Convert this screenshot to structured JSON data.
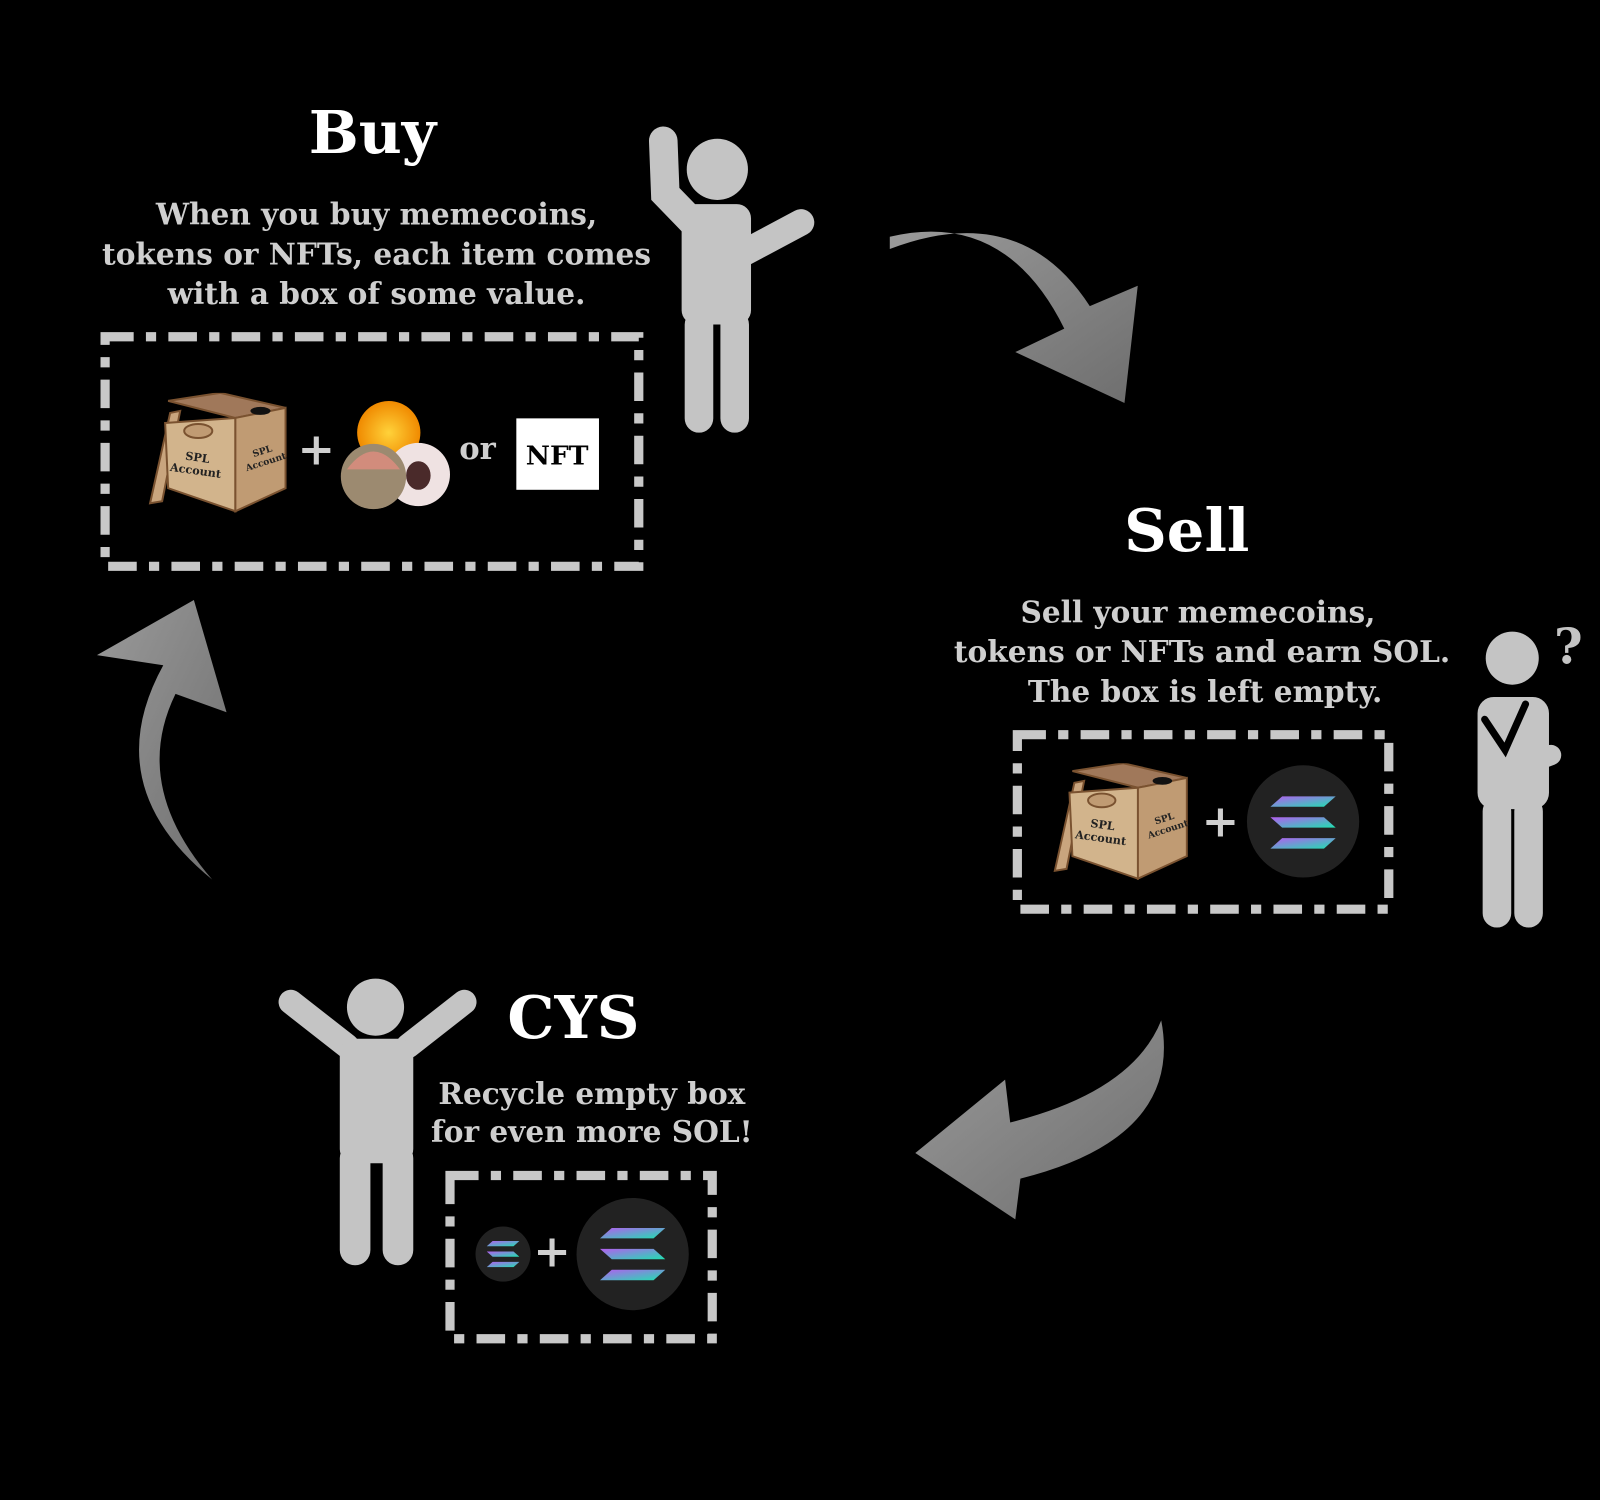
{
  "colors": {
    "background": "#000000",
    "figure": "#c4c4c4",
    "arrow": "#8a8a8a",
    "box": "#d2b48c",
    "solana_purple": "#b45ef0",
    "solana_teal": "#1fe0b0"
  },
  "buy": {
    "title": "Buy",
    "lines": [
      "When you buy memecoins,",
      "tokens or NFTs, each item comes",
      "with a box of some value."
    ],
    "box_label": [
      "SPL",
      "Account"
    ],
    "plus": "+",
    "or": "or",
    "nft": "NFT"
  },
  "sell": {
    "title": "Sell",
    "lines": [
      "Sell your memecoins,",
      "tokens or NFTs and earn SOL.",
      "The box is left empty."
    ],
    "box_label": [
      "SPL",
      "Account"
    ],
    "plus": "+",
    "question": "?"
  },
  "cys": {
    "title": "CYS",
    "lines": [
      "Recycle empty box",
      "for even more SOL!"
    ],
    "plus": "+"
  },
  "icons": [
    "person-waving-icon",
    "person-thinking-icon",
    "person-cheering-icon",
    "cardboard-box-icon",
    "memecoin-icons",
    "nft-icon",
    "solana-logo-icon",
    "cycle-arrow-icon"
  ]
}
